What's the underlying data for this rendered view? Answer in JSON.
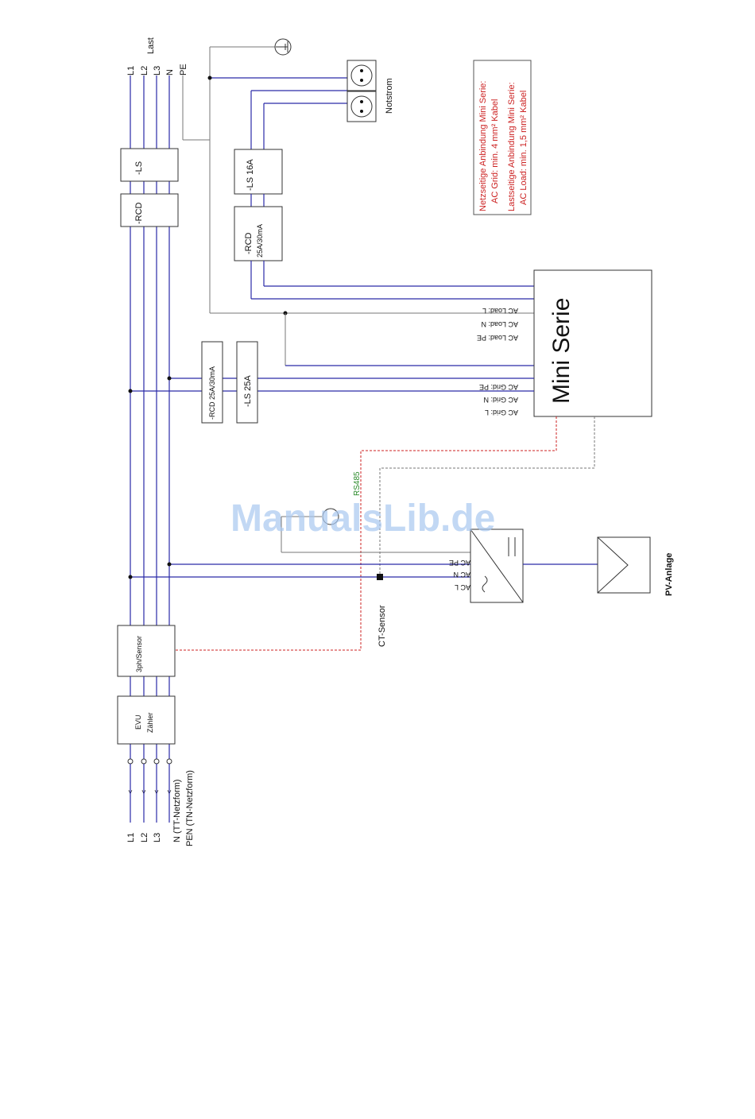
{
  "labels": {
    "last": "Last",
    "l1": "L1",
    "l2": "L2",
    "l3": "L3",
    "n": "N",
    "pe": "PE",
    "notstrom": "Notstrom",
    "ls": "-LS",
    "rcd": "-RCD",
    "ls16": "-LS 16A",
    "rcd_load_1": "-RCD",
    "rcd_load_2": "25A/30mA",
    "rcd_grid": "-RCD 25A/30mA",
    "ls25": "-LS 25A",
    "mini_serie": "Mini Serie",
    "ac_load_l": "AC Load: L",
    "ac_load_n": "AC Load: N",
    "ac_load_pe": "AC Load: PE",
    "ac_grid_pe": "AC Grid: PE",
    "ac_grid_n": "AC Grid: N",
    "ac_grid_l": "AC Grid: L",
    "rs485": "RS485",
    "ac_pe": "AC PE",
    "ac_n": "AC N",
    "ac_l": "AC L",
    "ct_sensor": "CT-Sensor",
    "pv_anlage": "PV-Anlage",
    "sensor_3ph": "3ph/Sensor",
    "evu": "EVU",
    "zaehler": "Zähler",
    "in_l1": "L1",
    "in_l2": "L2",
    "in_l3": "L3",
    "in_n": "N (TT-Netzform)",
    "in_pen": "PEN (TN-Netzform)"
  },
  "note": {
    "line1": "Netzseitige Anbindung Mini Serie:",
    "line2": "AC Grid: min. 4 mm² Kabel",
    "line3": "Lastseitige Anbindung Mini Serie:",
    "line4": "AC Load: min. 1,5 mm² Kabel"
  },
  "watermark": "ManualsLib.de",
  "colors": {
    "wire": "#2a2aa8",
    "signal": "#cc2222",
    "note": "#cc2222",
    "rs485": "#2a8a2a"
  }
}
